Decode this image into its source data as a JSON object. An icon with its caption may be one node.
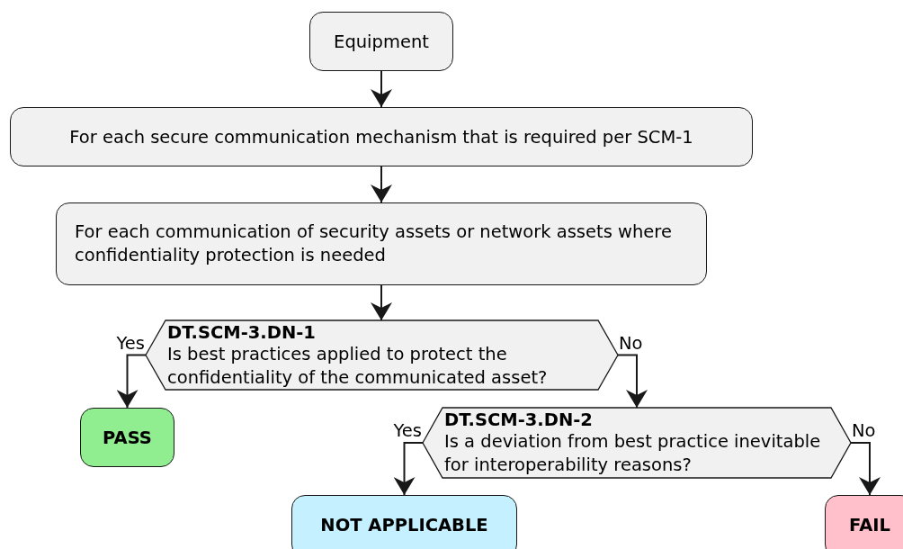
{
  "diagram": {
    "nodes": [
      {
        "text": [
          "Equipment"
        ]
      },
      {
        "text": [
          "For each secure communication mechanism that is required per SCM-1"
        ]
      },
      {
        "text": [
          "For each communication of security assets or network assets where confidentiality protection is needed"
        ]
      },
      {
        "text": [
          "DT.SCM-3.DN-1",
          "Is best practices applied to protect the confidentiality of the communicated asset?"
        ]
      },
      {
        "text": [
          "PASS"
        ]
      },
      {
        "text": [
          "DT.SCM-3.DN-2",
          "Is a deviation from best practice inevitable for interoperability reasons?"
        ]
      },
      {
        "text": [
          "NOT APPLICABLE"
        ]
      },
      {
        "text": [
          "FAIL"
        ]
      }
    ],
    "edges": [
      {
        "from": 0,
        "to": 1,
        "arrow": "to"
      },
      {
        "from": 1,
        "to": 2,
        "arrow": "to"
      },
      {
        "from": 2,
        "to": 3,
        "arrow": "to"
      },
      {
        "from": 3,
        "to": 4,
        "arrow": "to",
        "label": "Yes"
      },
      {
        "from": 3,
        "to": 5,
        "arrow": "to",
        "label": "No"
      },
      {
        "from": 5,
        "to": 6,
        "arrow": "to",
        "label": "Yes"
      },
      {
        "from": 5,
        "to": 7,
        "arrow": "to",
        "label": "No"
      }
    ]
  }
}
